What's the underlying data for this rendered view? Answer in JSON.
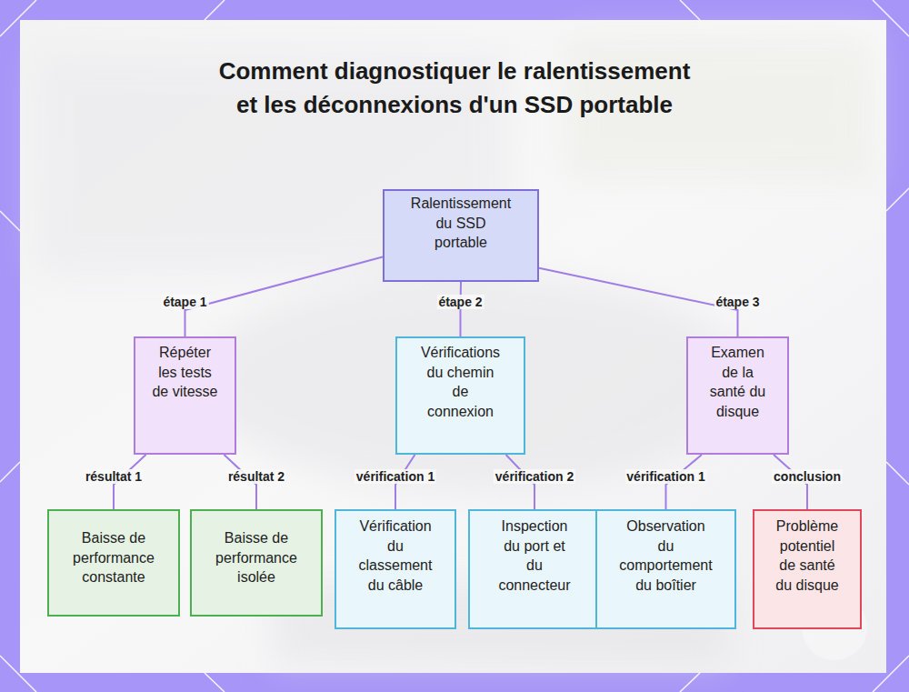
{
  "diagram": {
    "title": "Comment diagnostiquer le ralentissement et les déconnexions d'un SSD portable",
    "nodes": [
      {
        "text": [
          "Ralentissement du SSD portable"
        ]
      },
      {
        "text": [
          "Répéter les tests de vitesse"
        ]
      },
      {
        "text": [
          "Vérifications du chemin de connexion"
        ]
      },
      {
        "text": [
          "Examen de la santé du disque"
        ]
      },
      {
        "text": [
          "Baisse de performance constante"
        ]
      },
      {
        "text": [
          "Baisse de performance isolée"
        ]
      },
      {
        "text": [
          "Vérification du classement du câble"
        ]
      },
      {
        "text": [
          "Inspection du port et du connecteur"
        ]
      },
      {
        "text": [
          "Observation du comportement du boîtier"
        ]
      },
      {
        "text": [
          "Problème potentiel de santé du disque"
        ]
      }
    ],
    "edges": [
      {
        "from": 0,
        "to": 1,
        "label": "étape 1",
        "arrow": "none"
      },
      {
        "from": 0,
        "to": 2,
        "label": "étape 2",
        "arrow": "none"
      },
      {
        "from": 0,
        "to": 3,
        "label": "étape 3",
        "arrow": "none"
      },
      {
        "from": 1,
        "to": 4,
        "label": "résultat 1",
        "arrow": "none"
      },
      {
        "from": 1,
        "to": 5,
        "label": "résultat 2",
        "arrow": "none"
      },
      {
        "from": 2,
        "to": 6,
        "label": "vérification 1",
        "arrow": "none"
      },
      {
        "from": 2,
        "to": 7,
        "label": "vérification 2",
        "arrow": "none"
      },
      {
        "from": 3,
        "to": 8,
        "label": "vérification 1",
        "arrow": "none"
      },
      {
        "from": 3,
        "to": 9,
        "label": "conclusion",
        "arrow": "none"
      }
    ]
  }
}
